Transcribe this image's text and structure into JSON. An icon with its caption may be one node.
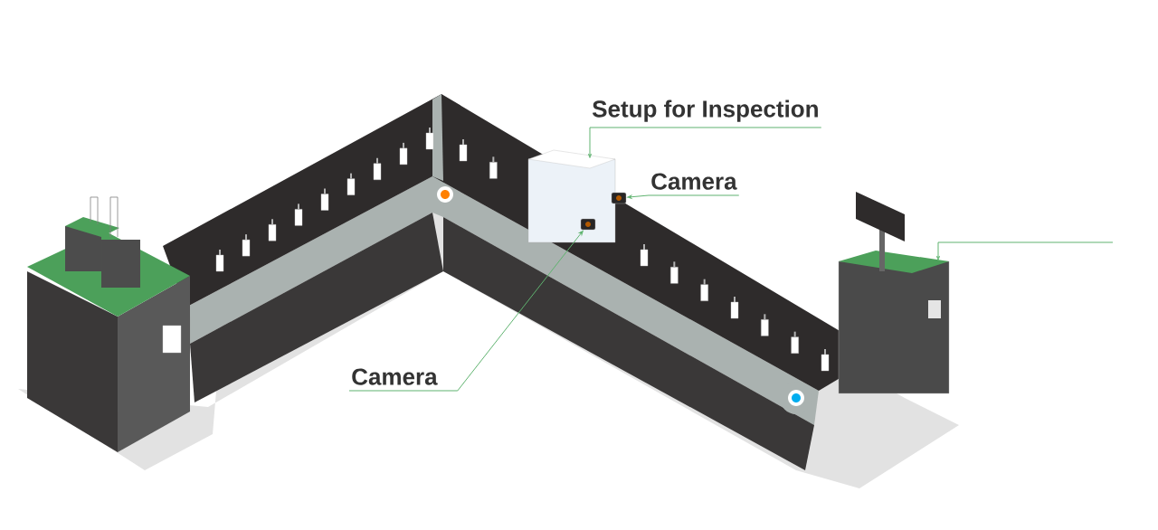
{
  "diagram": {
    "nodes": [
      {
        "text": [
          "Setup for Inspection"
        ]
      },
      {
        "text": [
          "Camera"
        ]
      },
      {
        "text": [
          "Camera"
        ]
      },
      {
        "text": [],
        "shape": "box"
      },
      {
        "text": [],
        "shape": "picture"
      },
      {
        "text": [],
        "shape": "picture",
        "in": 3
      },
      {
        "text": [],
        "shape": "box"
      }
    ],
    "edges": [
      {
        "from": 0,
        "to": 3,
        "arrow": "to"
      },
      {
        "from": 1,
        "to": 4,
        "arrow": "to"
      },
      {
        "from": 2,
        "to": 5,
        "arrow": "to"
      },
      {
        "from": null,
        "to": 6,
        "arrow": "to"
      }
    ]
  }
}
